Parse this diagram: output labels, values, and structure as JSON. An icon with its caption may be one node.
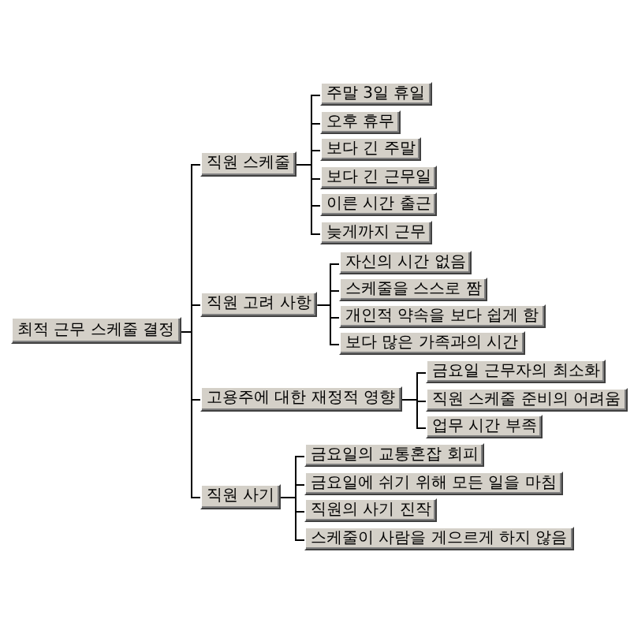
{
  "diagram": {
    "nodes": [
      {
        "text": [
          "최적 근무 스케줄 결정"
        ]
      },
      {
        "text": [
          "직원 스케줄"
        ]
      },
      {
        "text": [
          "주말 3일 휴일"
        ]
      },
      {
        "text": [
          "오후 휴무"
        ]
      },
      {
        "text": [
          "보다 긴 주말"
        ]
      },
      {
        "text": [
          "보다 긴 근무일"
        ]
      },
      {
        "text": [
          "이른 시간 출근"
        ]
      },
      {
        "text": [
          "늦게까지 근무"
        ]
      },
      {
        "text": [
          "직원 고려 사항"
        ]
      },
      {
        "text": [
          "자신의 시간 없음"
        ]
      },
      {
        "text": [
          "스케줄을 스스로 짬"
        ]
      },
      {
        "text": [
          "개인적 약속을 보다 쉽게 함"
        ]
      },
      {
        "text": [
          "보다 많은 가족과의 시간"
        ]
      },
      {
        "text": [
          "고용주에 대한 재정적 영향"
        ]
      },
      {
        "text": [
          "금요일 근무자의 최소화"
        ]
      },
      {
        "text": [
          "직원 스케줄 준비의 어려움"
        ]
      },
      {
        "text": [
          "업무 시간 부족"
        ]
      },
      {
        "text": [
          "직원 사기"
        ]
      },
      {
        "text": [
          "금요일의 교통혼잡 회피"
        ]
      },
      {
        "text": [
          "금요일에 쉬기 위해 모든 일을 마침"
        ]
      },
      {
        "text": [
          "직원의 사기 진작"
        ]
      },
      {
        "text": [
          "스케줄이 사람을 게으르게 하지 않음"
        ]
      }
    ],
    "edges": [
      {
        "from": 0,
        "to": 1,
        "arrow": "none"
      },
      {
        "from": 0,
        "to": 8,
        "arrow": "none"
      },
      {
        "from": 0,
        "to": 13,
        "arrow": "none"
      },
      {
        "from": 0,
        "to": 17,
        "arrow": "none"
      },
      {
        "from": 1,
        "to": 2,
        "arrow": "none"
      },
      {
        "from": 1,
        "to": 3,
        "arrow": "none"
      },
      {
        "from": 1,
        "to": 4,
        "arrow": "none"
      },
      {
        "from": 1,
        "to": 5,
        "arrow": "none"
      },
      {
        "from": 1,
        "to": 6,
        "arrow": "none"
      },
      {
        "from": 1,
        "to": 7,
        "arrow": "none"
      },
      {
        "from": 8,
        "to": 9,
        "arrow": "none"
      },
      {
        "from": 8,
        "to": 10,
        "arrow": "none"
      },
      {
        "from": 8,
        "to": 11,
        "arrow": "none"
      },
      {
        "from": 8,
        "to": 12,
        "arrow": "none"
      },
      {
        "from": 13,
        "to": 14,
        "arrow": "none"
      },
      {
        "from": 13,
        "to": 15,
        "arrow": "none"
      },
      {
        "from": 13,
        "to": 16,
        "arrow": "none"
      },
      {
        "from": 17,
        "to": 18,
        "arrow": "none"
      },
      {
        "from": 17,
        "to": 19,
        "arrow": "none"
      },
      {
        "from": 17,
        "to": 20,
        "arrow": "none"
      },
      {
        "from": 17,
        "to": 21,
        "arrow": "none"
      }
    ]
  }
}
